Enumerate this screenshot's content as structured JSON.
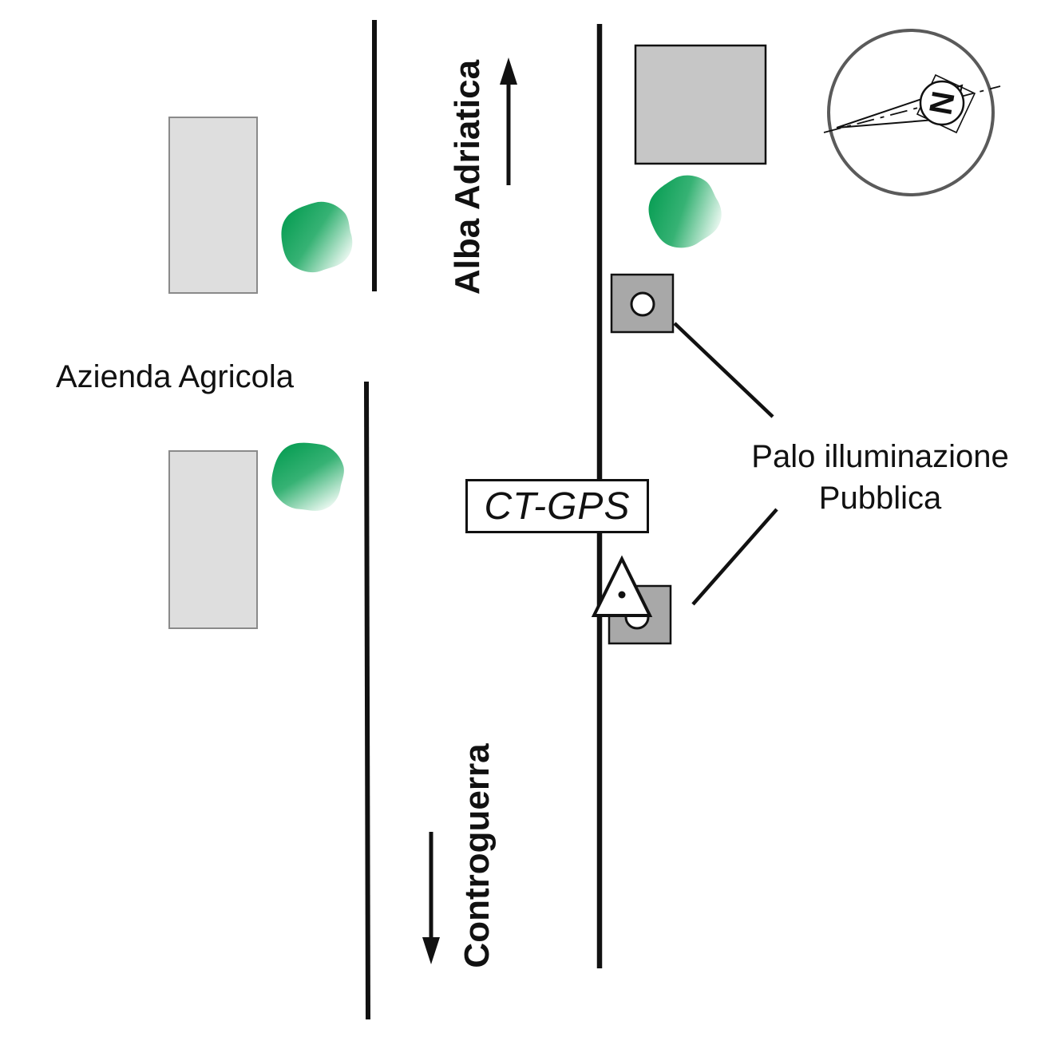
{
  "diagram": {
    "labels": {
      "azienda_agricola": "Azienda Agricola",
      "alba_adriatica": "Alba Adriatica",
      "controguerra": "Controguerra",
      "ct_gps": "CT-GPS",
      "palo_illuminazione_line1": "Palo illuminazione",
      "palo_illuminazione_line2": "Pubblica",
      "compass_north": "N"
    },
    "colors": {
      "building_light": "#dedede",
      "building_dark": "#c6c6c6",
      "pole_square": "#a8a8a8",
      "tree_green": "#009a4e",
      "tree_mid": "#36b274",
      "tree_fade": "#f2fbf6",
      "line_black": "#111111",
      "compass_gray": "#5a5a5a"
    }
  }
}
